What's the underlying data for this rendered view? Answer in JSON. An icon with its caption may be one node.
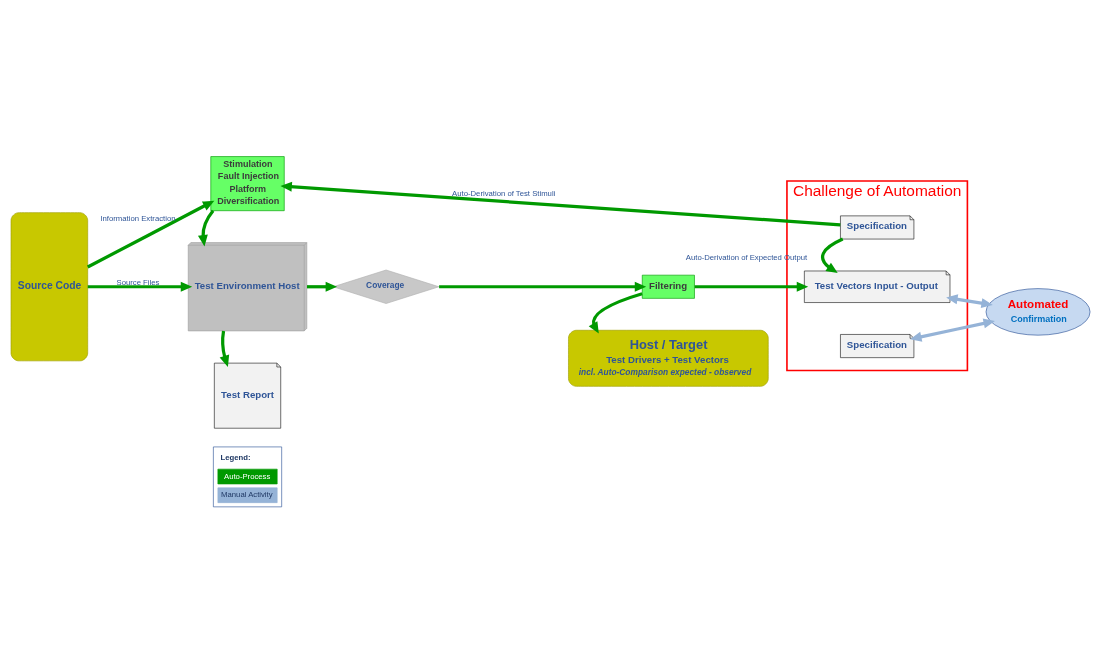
{
  "diagram": {
    "nodes": [
      {
        "text": [
          "Source Code"
        ]
      },
      {
        "text": [
          "Stimulation",
          "Fault Injection",
          "Platform",
          "Diversification"
        ]
      },
      {
        "text": [
          "Test Environment Host"
        ]
      },
      {
        "text": [
          "Test Report"
        ]
      },
      {
        "text": [
          "Coverage"
        ]
      },
      {
        "text": [
          "Filtering"
        ]
      },
      {
        "text": [
          "Host / Target",
          "Test Drivers + Test Vectors",
          "incl. Auto-Comparison expected - observed"
        ]
      },
      {
        "text": [
          "Challenge of Automation"
        ]
      },
      {
        "text": [
          "Specification"
        ],
        "in": 7
      },
      {
        "text": [
          "Test Vectors Input - Output"
        ],
        "in": 7
      },
      {
        "text": [
          "Automated",
          "Confirmation"
        ]
      },
      {
        "text": [
          "Specification"
        ],
        "in": 7
      }
    ],
    "edges": [
      {
        "from": 0,
        "to": 1,
        "arrow": "to",
        "label": "Information Extraction"
      },
      {
        "from": 0,
        "to": 2,
        "arrow": "to",
        "label": "Source Files"
      },
      {
        "from": 8,
        "to": 1,
        "arrow": "to",
        "label": "Auto-Derivation of Test Stimuli"
      },
      {
        "from": 1,
        "to": 2,
        "arrow": "to"
      },
      {
        "from": 2,
        "to": 4,
        "arrow": "to"
      },
      {
        "from": 2,
        "to": 3,
        "arrow": "to"
      },
      {
        "from": 4,
        "to": 5,
        "arrow": "to"
      },
      {
        "from": 5,
        "to": 6,
        "arrow": "to"
      },
      {
        "from": 5,
        "to": 9,
        "arrow": "to"
      },
      {
        "from": 8,
        "to": 9,
        "arrow": "to",
        "label": "Auto-Derivation of Expected Output"
      },
      {
        "from": 9,
        "to": 10,
        "arrow": "both",
        "color": "#95b3d7"
      },
      {
        "from": 10,
        "to": 11,
        "arrow": "both",
        "color": "#95b3d7"
      }
    ],
    "labels": [
      "Legend:"
    ],
    "legend": [
      {
        "text": "Auto-Process",
        "color": "#009900"
      },
      {
        "text": "Manual Activity",
        "color": "#95b3d7"
      }
    ]
  }
}
